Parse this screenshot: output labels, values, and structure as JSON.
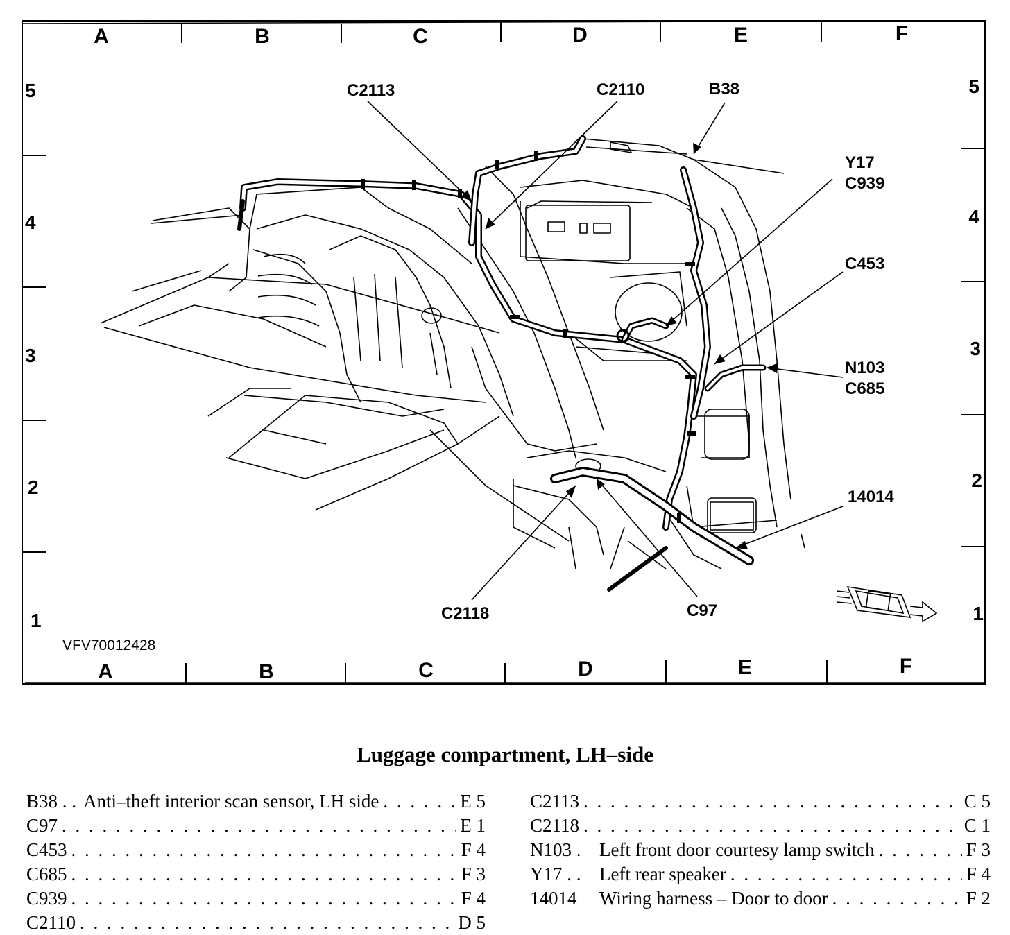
{
  "grid": {
    "columns": [
      "A",
      "B",
      "C",
      "D",
      "E",
      "F"
    ],
    "rows": [
      "5",
      "4",
      "3",
      "2",
      "1"
    ]
  },
  "callouts": {
    "c2113": "C2113",
    "c2110": "C2110",
    "b38": "B38",
    "y17": "Y17",
    "c939": "C939",
    "c453": "C453",
    "n103": "N103",
    "c685": "C685",
    "c14014": "14014",
    "c2118": "C2118",
    "c97": "C97"
  },
  "figure_code": "VFV70012428",
  "caption": "Luggage compartment, LH–side",
  "legend": {
    "left": [
      {
        "code": "B38 . .",
        "description": "Anti–theft interior scan sensor, LH side",
        "location": "E 5"
      },
      {
        "code": "C97",
        "description": "",
        "location": "E 1"
      },
      {
        "code": "C453",
        "description": "",
        "location": "F 4"
      },
      {
        "code": "C685",
        "description": "",
        "location": "F 3"
      },
      {
        "code": "C939",
        "description": "",
        "location": "F 4"
      },
      {
        "code": "C2110",
        "description": "",
        "location": "D 5"
      }
    ],
    "right": [
      {
        "code": "C2113",
        "description": "",
        "location": "C 5"
      },
      {
        "code": "C2118",
        "description": "",
        "location": "C 1"
      },
      {
        "code": "N103 .",
        "description": "Left front door courtesy lamp switch",
        "location": "F 3"
      },
      {
        "code": "Y17 . .",
        "description": "Left rear speaker",
        "location": "F 4"
      },
      {
        "code": "14014",
        "description": "Wiring harness – Door to door",
        "location": "F 2"
      }
    ]
  }
}
